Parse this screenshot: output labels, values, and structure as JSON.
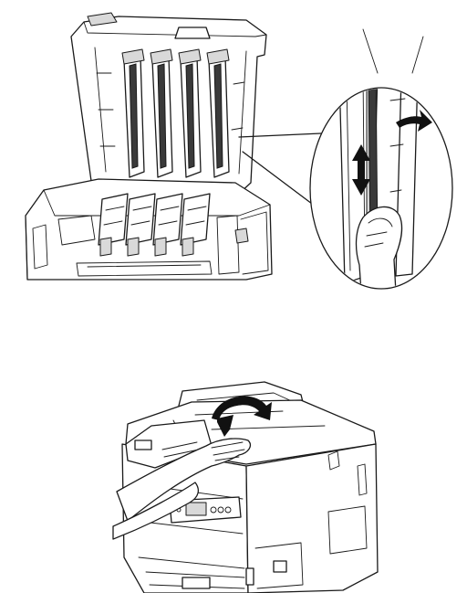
{
  "illustrations": [
    {
      "id": "top",
      "icon": "printer-open-top-cover-led-head-cleaning-illustration"
    },
    {
      "id": "bottom",
      "icon": "printer-close-top-cover-illustration"
    }
  ],
  "colors": {
    "line": "#1a1a1a",
    "fill": "#ffffff",
    "shade": "#d9d9d9"
  }
}
